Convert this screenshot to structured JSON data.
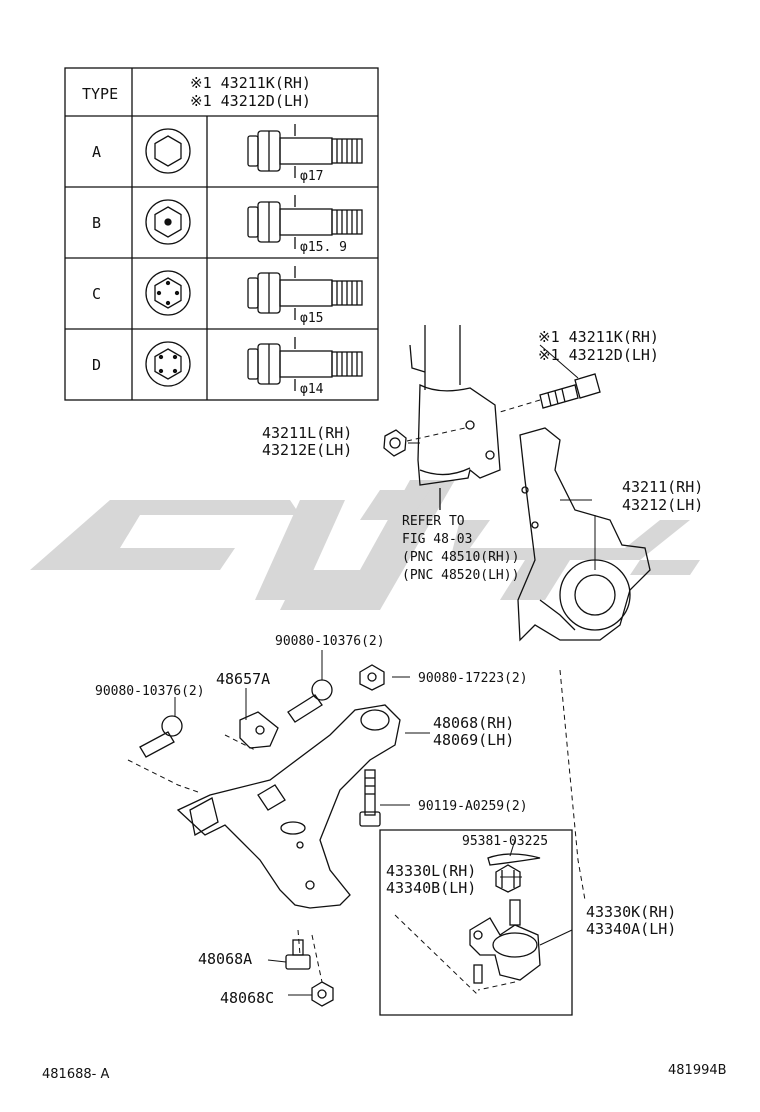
{
  "table": {
    "header_type": "TYPE",
    "header_part_1": "※1 43211K(RH)",
    "header_part_2": "※1 43212D(LH)",
    "rows": [
      {
        "type": "A",
        "diameter": "φ17"
      },
      {
        "type": "B",
        "diameter": "φ15. 9"
      },
      {
        "type": "C",
        "diameter": "φ15"
      },
      {
        "type": "D",
        "diameter": "φ14"
      }
    ]
  },
  "callouts": {
    "bolt_rh": "※1 43211K(RH)",
    "bolt_lh": "※1 43212D(LH)",
    "nut_rh": "43211L(RH)",
    "nut_lh": "43212E(LH)",
    "knuckle_rh": "43211(RH)",
    "knuckle_lh": "43212(LH)",
    "refer_1": "REFER TO",
    "refer_2": "FIG 48-03",
    "refer_3": "(PNC 48510(RH))",
    "refer_4": "(PNC 48520(LH))",
    "bolt_90080_10376_top": "90080-10376(2)",
    "bolt_90080_10376_left": "90080-10376(2)",
    "bracket_48657a": "48657A",
    "nut_90080_17223": "90080-17223(2)",
    "arm_rh": "48068(RH)",
    "arm_lh": "48069(LH)",
    "bolt_90119": "90119-A0259(2)",
    "pin_95381": "95381-03225",
    "nut_rh_43330l": "43330L(RH)",
    "nut_lh_43340b": "43340B(LH)",
    "joint_rh": "43330K(RH)",
    "joint_lh": "43340A(LH)",
    "bushing_48068a": "48068A",
    "bushing_48068c": "48068C"
  },
  "footer": {
    "left_code": "481688- A",
    "right_code": "481994B"
  },
  "colors": {
    "line": "#111111",
    "watermark": "#d7d7d7"
  }
}
